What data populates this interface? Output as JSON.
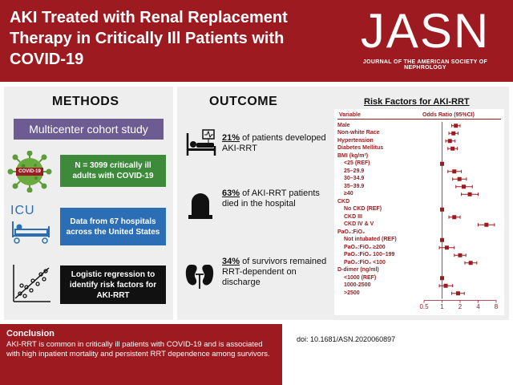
{
  "header": {
    "title": "AKI Treated with Renal Replacement Therapy in Critically Ill Patients with COVID-19",
    "brand": "JASN",
    "brand_subtitle": "JOURNAL OF THE AMERICAN SOCIETY OF NEPHROLOGY"
  },
  "methods": {
    "title": "METHODS",
    "cohort_label": "Multicenter cohort study",
    "virus_icon_label": "COVID-19",
    "icu_icon_label": "ICU",
    "items": [
      {
        "text": "N = 3099 critically ill adults with COVID-19"
      },
      {
        "text": "Data from 67 hospitals across the United States"
      },
      {
        "text": "Logistic regression to identify risk factors for AKI-RRT"
      }
    ]
  },
  "outcome": {
    "title": "OUTCOME",
    "items": [
      {
        "pct": "21%",
        "text": " of patients developed AKI-RRT"
      },
      {
        "pct": "63%",
        "text": " of AKI-RRT patients died in the hospital"
      },
      {
        "pct": "34%",
        "text": " of survivors remained RRT-dependent on discharge"
      }
    ]
  },
  "risk_factors": {
    "title": "Risk Factors for AKI-RRT",
    "col_variable": "Variable",
    "col_or": "Odds Ratio (95%CI)"
  },
  "chart_data": {
    "type": "forest",
    "xscale": "log",
    "xlim": [
      0.5,
      8
    ],
    "xticks": [
      "0.5",
      "1",
      "2",
      "4",
      "8"
    ],
    "reference": 1,
    "rows": [
      {
        "label": "Male",
        "indent": 0,
        "or": 1.7,
        "lo": 1.45,
        "hi": 2.0
      },
      {
        "label": "Non-white Race",
        "indent": 0,
        "or": 1.55,
        "lo": 1.3,
        "hi": 1.85
      },
      {
        "label": "Hypertension",
        "indent": 0,
        "or": 1.35,
        "lo": 1.15,
        "hi": 1.65
      },
      {
        "label": "Diabetes Mellitus",
        "indent": 0,
        "or": 1.5,
        "lo": 1.25,
        "hi": 1.8
      },
      {
        "label": "BMI (kg/m²)",
        "indent": 0,
        "header": true
      },
      {
        "label": "<25 (REF)",
        "indent": 1,
        "or": 1.0,
        "ref": true
      },
      {
        "label": "25–29.9",
        "indent": 1,
        "or": 1.6,
        "lo": 1.25,
        "hi": 2.1
      },
      {
        "label": "30–34.9",
        "indent": 1,
        "or": 1.95,
        "lo": 1.5,
        "hi": 2.55
      },
      {
        "label": "35–39.9",
        "indent": 1,
        "or": 2.3,
        "lo": 1.7,
        "hi": 3.2
      },
      {
        "label": "≥40",
        "indent": 1,
        "or": 2.9,
        "lo": 2.1,
        "hi": 4.0
      },
      {
        "label": "CKD",
        "indent": 0,
        "header": true
      },
      {
        "label": "No CKD (REF)",
        "indent": 1,
        "or": 1.0,
        "ref": true
      },
      {
        "label": "CKD III",
        "indent": 1,
        "or": 1.6,
        "lo": 1.3,
        "hi": 2.0
      },
      {
        "label": "CKD IV & V",
        "indent": 1,
        "or": 5.5,
        "lo": 4.0,
        "hi": 7.5
      },
      {
        "label": "PaO₂:FiO₂",
        "indent": 0,
        "header": true
      },
      {
        "label": "Not intubated (REF)",
        "indent": 1,
        "or": 1.0,
        "ref": true
      },
      {
        "label": "PaO₂:FiO₂ ≥200",
        "indent": 1,
        "or": 1.2,
        "lo": 0.9,
        "hi": 1.6
      },
      {
        "label": "PaO₂:FiO₂ 100–199",
        "indent": 1,
        "or": 2.0,
        "lo": 1.6,
        "hi": 2.5
      },
      {
        "label": "PaO₂:FiO₂ <100",
        "indent": 1,
        "or": 3.0,
        "lo": 2.4,
        "hi": 3.8
      },
      {
        "label": "D-dimer (ng/ml)",
        "indent": 0,
        "header": true
      },
      {
        "label": "<1000 (REF)",
        "indent": 1,
        "or": 1.0,
        "ref": true
      },
      {
        "label": "1000-2500",
        "indent": 1,
        "or": 1.15,
        "lo": 0.9,
        "hi": 1.5
      },
      {
        "label": ">2500",
        "indent": 1,
        "or": 1.85,
        "lo": 1.45,
        "hi": 2.35
      }
    ],
    "colors": {
      "mark": "#9d1b20"
    }
  },
  "conclusion": {
    "title": "Conclusion",
    "body": "AKI-RRT is common in critically ill patients with COVID-19 and is associated with high inpatient mortality and persistent RRT dependence among survivors."
  },
  "doi": "doi: 10.1681/ASN.2020060897",
  "colors": {
    "header_bg": "#9d1b20",
    "cohort_bg": "#6c5c92",
    "green": "#3d8a3a",
    "blue": "#2c6eb5",
    "black": "#111111",
    "panel_bg": "#eeeeee"
  }
}
